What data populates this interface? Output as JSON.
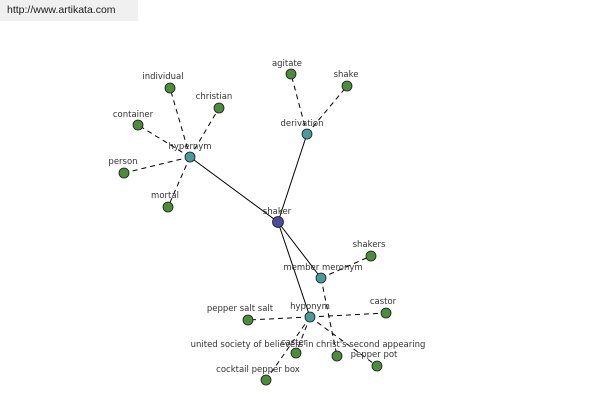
{
  "source_url": "http://www.artikata.com",
  "colors": {
    "center": "#4a4aa0",
    "relation": "#4a9a9a",
    "term": "#4c8c3c"
  },
  "nodes": [
    {
      "id": "shaker",
      "label": "shaker",
      "kind": "center"
    },
    {
      "id": "hypernym",
      "label": "hypernym",
      "kind": "relation"
    },
    {
      "id": "derivation",
      "label": "derivation",
      "kind": "relation"
    },
    {
      "id": "member_meronym",
      "label": "member meronym",
      "kind": "relation"
    },
    {
      "id": "hyponym",
      "label": "hyponym",
      "kind": "relation"
    },
    {
      "id": "individual",
      "label": "individual",
      "kind": "term"
    },
    {
      "id": "christian",
      "label": "christian",
      "kind": "term"
    },
    {
      "id": "container",
      "label": "container",
      "kind": "term"
    },
    {
      "id": "person",
      "label": "person",
      "kind": "term"
    },
    {
      "id": "mortal",
      "label": "mortal",
      "kind": "term"
    },
    {
      "id": "agitate",
      "label": "agitate",
      "kind": "term"
    },
    {
      "id": "shake",
      "label": "shake",
      "kind": "term"
    },
    {
      "id": "shakers",
      "label": "shakers",
      "kind": "term"
    },
    {
      "id": "pepper_salt_salt",
      "label": "pepper salt salt",
      "kind": "term"
    },
    {
      "id": "castor",
      "label": "castor",
      "kind": "term"
    },
    {
      "id": "united_society",
      "label": "united society of believers in christ's second appearing",
      "kind": "term"
    },
    {
      "id": "caster",
      "label": "caster",
      "kind": "term"
    },
    {
      "id": "pepper_pot",
      "label": "pepper pot",
      "kind": "term"
    },
    {
      "id": "cocktail_pepper_box",
      "label": "cocktail pepper box",
      "kind": "term"
    }
  ],
  "edges": [
    {
      "from": "shaker",
      "to": "hypernym",
      "style": "solid"
    },
    {
      "from": "shaker",
      "to": "derivation",
      "style": "solid"
    },
    {
      "from": "shaker",
      "to": "member_meronym",
      "style": "solid"
    },
    {
      "from": "shaker",
      "to": "hyponym",
      "style": "solid"
    },
    {
      "from": "hypernym",
      "to": "individual",
      "style": "dashed"
    },
    {
      "from": "hypernym",
      "to": "christian",
      "style": "dashed"
    },
    {
      "from": "hypernym",
      "to": "container",
      "style": "dashed"
    },
    {
      "from": "hypernym",
      "to": "person",
      "style": "dashed"
    },
    {
      "from": "hypernym",
      "to": "mortal",
      "style": "dashed"
    },
    {
      "from": "derivation",
      "to": "agitate",
      "style": "dashed"
    },
    {
      "from": "derivation",
      "to": "shake",
      "style": "dashed"
    },
    {
      "from": "member_meronym",
      "to": "shakers",
      "style": "dashed"
    },
    {
      "from": "member_meronym",
      "to": "united_society",
      "style": "dashed"
    },
    {
      "from": "hyponym",
      "to": "pepper_salt_salt",
      "style": "dashed"
    },
    {
      "from": "hyponym",
      "to": "castor",
      "style": "dashed"
    },
    {
      "from": "hyponym",
      "to": "caster",
      "style": "dashed"
    },
    {
      "from": "hyponym",
      "to": "pepper_pot",
      "style": "dashed"
    },
    {
      "from": "hyponym",
      "to": "cocktail_pepper_box",
      "style": "dashed"
    }
  ]
}
